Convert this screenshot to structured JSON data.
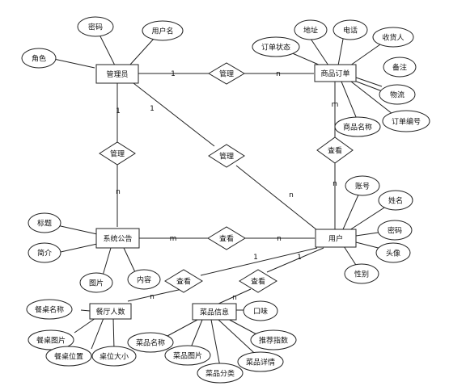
{
  "entities": {
    "admin": "管理员",
    "order": "商品订单",
    "notice": "系统公告",
    "user": "用户",
    "table": "餐厅人数",
    "dish": "菜品信息"
  },
  "relationships": {
    "admin_order": "管理",
    "admin_notice": "管理",
    "admin_user": "管理",
    "user_order": "查看",
    "notice_user": "查看",
    "user_table": "查看",
    "user_dish": "查看"
  },
  "attributes": {
    "admin_password": "密码",
    "admin_username": "用户名",
    "admin_role": "角色",
    "order_address": "地址",
    "order_phone": "电话",
    "order_receiver": "收货人",
    "order_status": "订单状态",
    "order_note": "备注",
    "order_logistics": "物流",
    "order_number": "订单编号",
    "order_product": "商品名称",
    "notice_title": "标题",
    "notice_intro": "简介",
    "notice_image": "图片",
    "notice_content": "内容",
    "user_account": "账号",
    "user_name": "姓名",
    "user_password": "密码",
    "user_avatar": "头像",
    "user_gender": "性别",
    "table_name": "餐桌名称",
    "table_image": "餐桌图片",
    "table_location": "餐桌位置",
    "table_size": "桌位大小",
    "dish_taste": "口味",
    "dish_recommend": "推荐指数",
    "dish_name": "菜品名称",
    "dish_image": "菜品图片",
    "dish_category": "菜品分类",
    "dish_detail": "菜品详情"
  },
  "cardinalities": {
    "admin_order_admin": "1",
    "admin_order_order": "n",
    "admin_notice_admin": "1",
    "admin_notice_notice": "n",
    "admin_user_admin": "1",
    "admin_user_user": "n",
    "user_order_order": "m",
    "user_order_user": "n",
    "notice_user_notice": "m",
    "notice_user_user": "n",
    "user_table_user": "1",
    "user_table_table": "n",
    "user_dish_user": "1",
    "user_dish_dish": "n"
  }
}
